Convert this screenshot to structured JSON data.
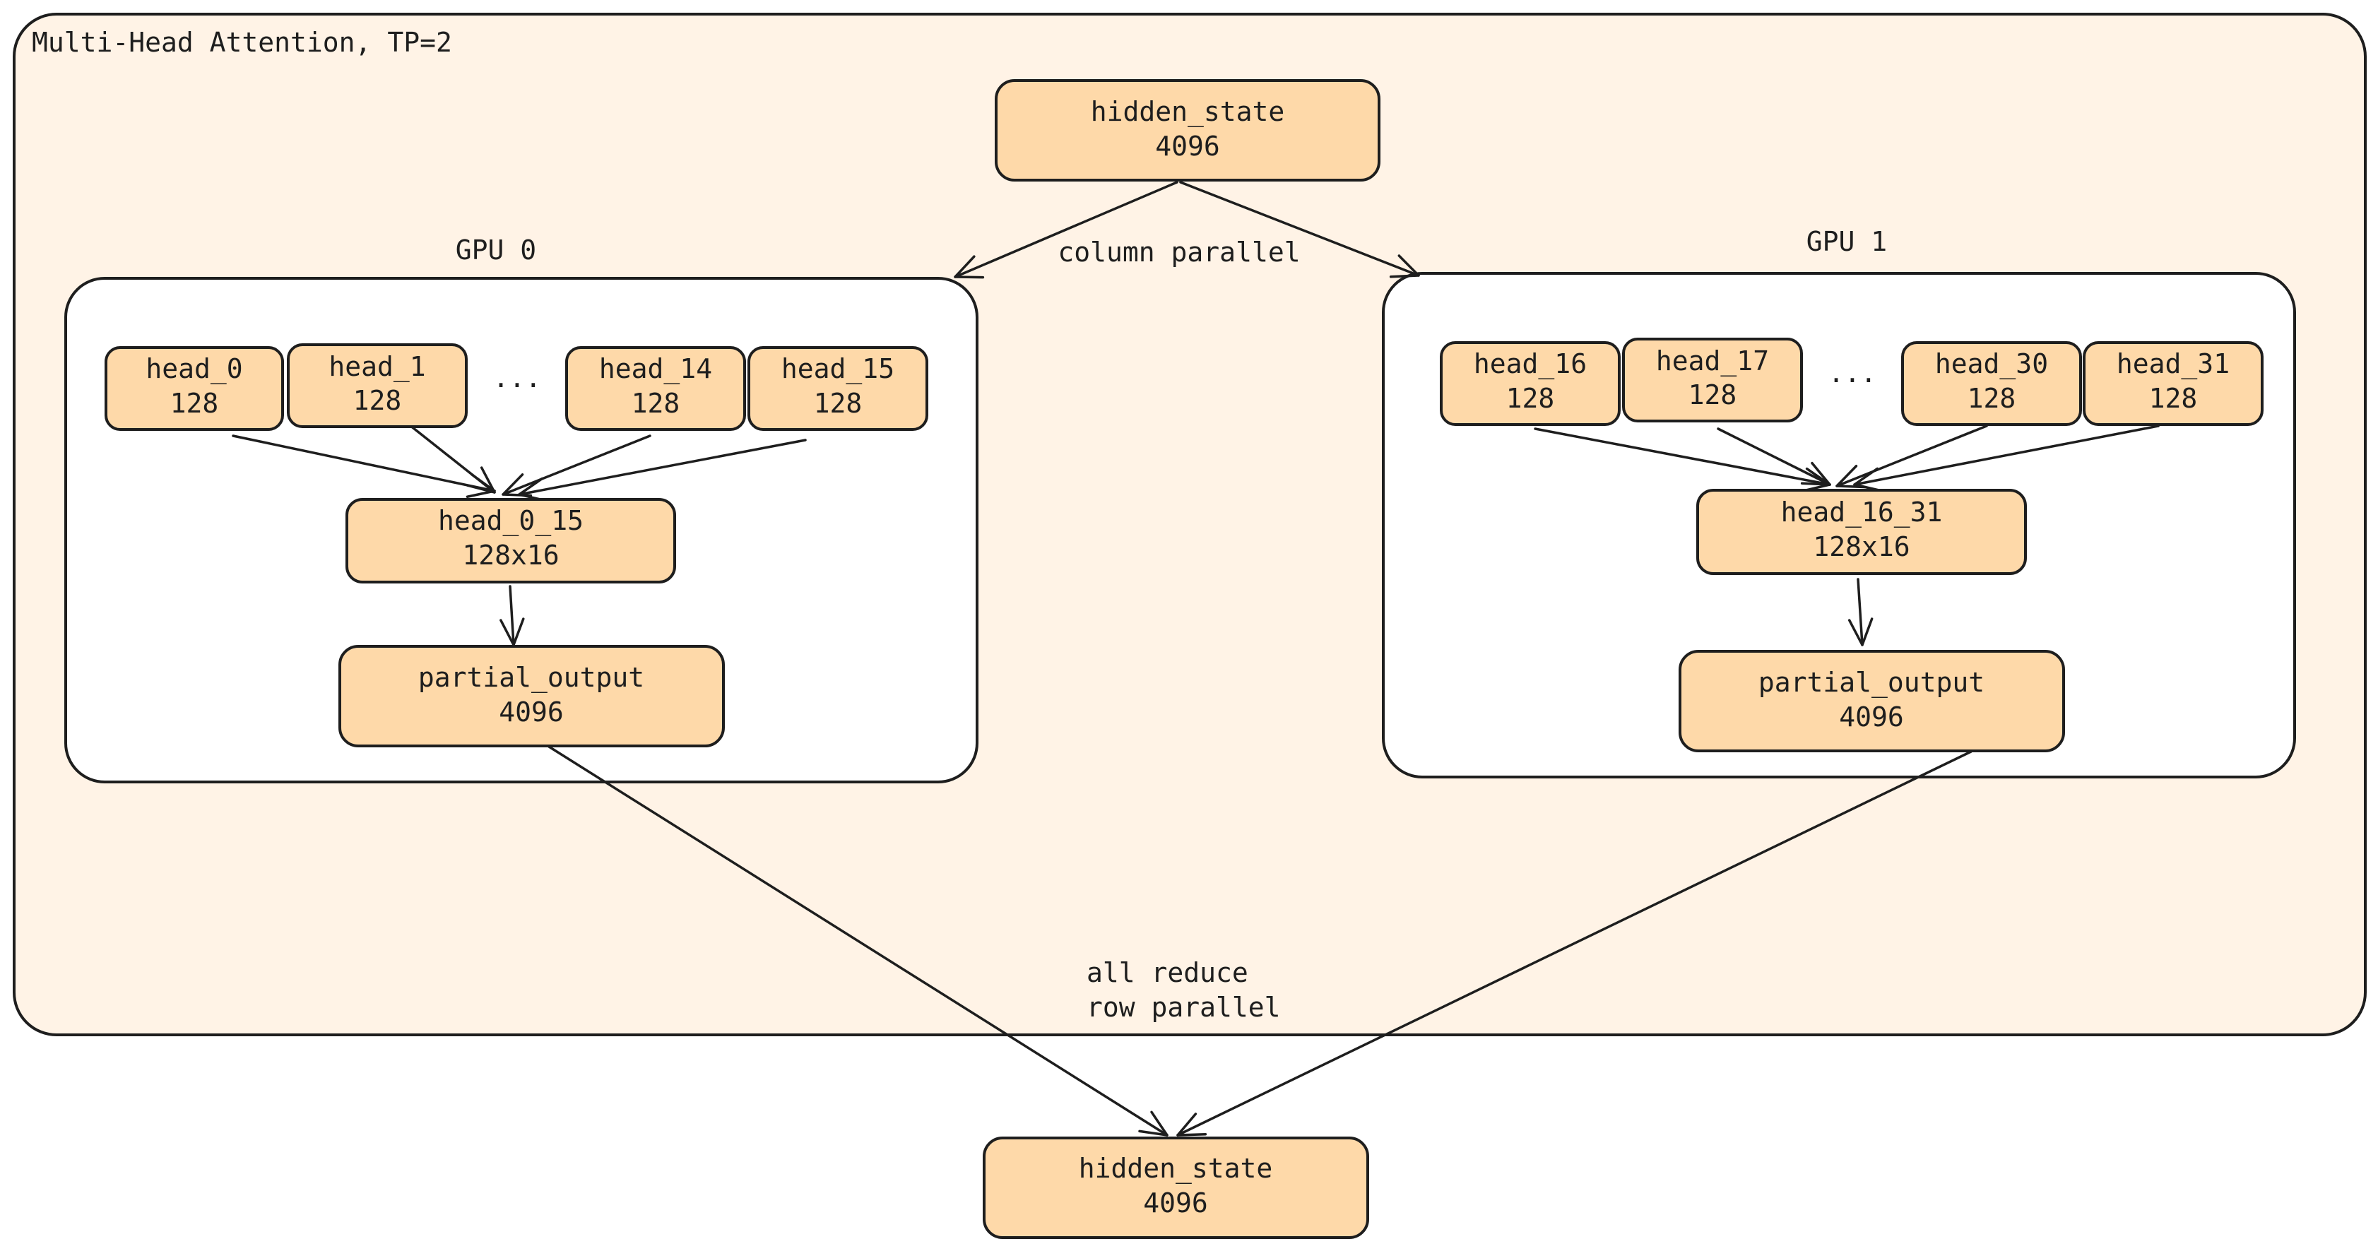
{
  "outer_frame": {
    "title": "Multi-Head Attention, TP=2",
    "fill": "#fff3e6"
  },
  "input_node": {
    "name": "hidden_state",
    "dim": "4096"
  },
  "output_node": {
    "name": "hidden_state",
    "dim": "4096"
  },
  "edge_labels": {
    "split": "column parallel",
    "merge_line1": "all reduce",
    "merge_line2": "row parallel"
  },
  "gpu0": {
    "title": "GPU 0",
    "heads": [
      {
        "name": "head_0",
        "dim": "128"
      },
      {
        "name": "head_1",
        "dim": "128"
      },
      {
        "name": "head_14",
        "dim": "128"
      },
      {
        "name": "head_15",
        "dim": "128"
      }
    ],
    "ellipsis": "...",
    "concat": {
      "name": "head_0_15",
      "dim": "128x16"
    },
    "partial": {
      "name": "partial_output",
      "dim": "4096"
    }
  },
  "gpu1": {
    "title": "GPU 1",
    "heads": [
      {
        "name": "head_16",
        "dim": "128"
      },
      {
        "name": "head_17",
        "dim": "128"
      },
      {
        "name": "head_30",
        "dim": "128"
      },
      {
        "name": "head_31",
        "dim": "128"
      }
    ],
    "ellipsis": "...",
    "concat": {
      "name": "head_16_31",
      "dim": "128x16"
    },
    "partial": {
      "name": "partial_output",
      "dim": "4096"
    }
  },
  "colors": {
    "node_fill": "#fed9a9",
    "frame_fill": "#fff3e6",
    "stroke": "#1e1e1e",
    "gpu_fill": "#ffffff"
  }
}
